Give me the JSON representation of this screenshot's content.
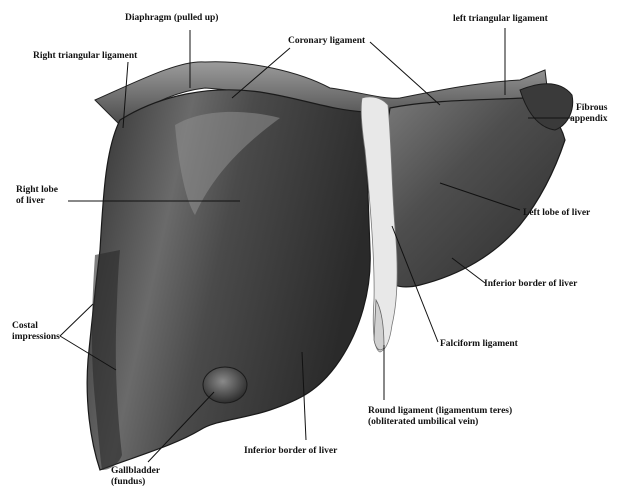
{
  "labels": {
    "diaphragm": "Diaphragm (pulled up)",
    "left_triangular": "left triangular ligament",
    "coronary": "Coronary ligament",
    "right_triangular": "Right triangular ligament",
    "fibrous": [
      "Fibrous",
      "appendix"
    ],
    "right_lobe": [
      "Right lobe",
      "of liver"
    ],
    "left_lobe": "Left lobe of liver",
    "inferior_border_right": "Inferior border of liver",
    "costal": [
      "Costal",
      "impressions"
    ],
    "falciform": "Falciform ligament",
    "round": [
      "Round ligament (ligamentum teres)",
      "(obliterated umbilical vein)"
    ],
    "inferior_border_bottom": "Inferior border of liver",
    "gallbladder": [
      "Gallbladder",
      "(fundus)"
    ]
  },
  "colors": {
    "liver_dark": "#3a3a3a",
    "liver_mid": "#5e5e5e",
    "liver_light": "#9a9a9a",
    "ligament": "#e4e4e4",
    "line": "#111111"
  }
}
